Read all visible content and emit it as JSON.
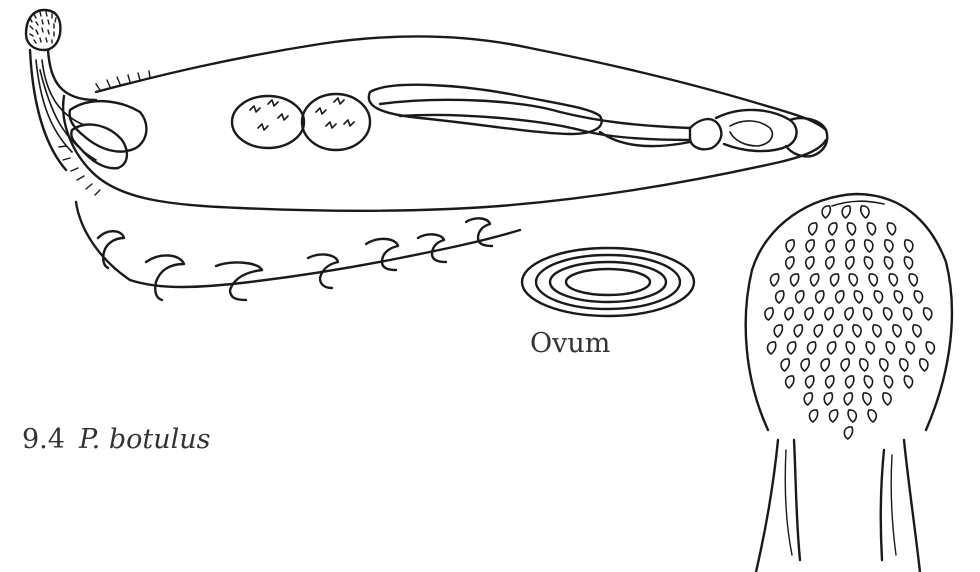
{
  "figure": {
    "number": "9.4",
    "species": "P. botulus",
    "ovum_label": "Ovum"
  },
  "style": {
    "ink": "#1a1a1a",
    "paper": "#ffffff"
  }
}
